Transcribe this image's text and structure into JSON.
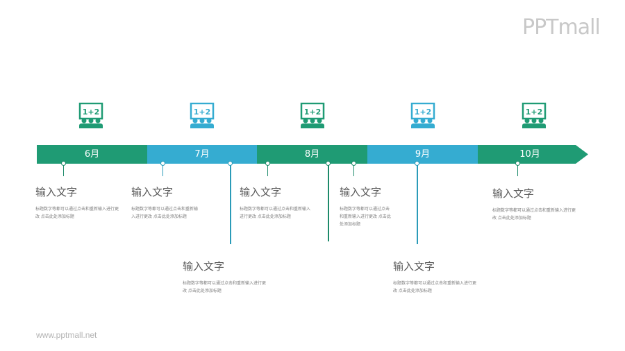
{
  "brand": {
    "logo": "PPTmall",
    "url": "www.pptmall.net"
  },
  "colors": {
    "green": "#1f9b74",
    "blue": "#35acd1",
    "line_green": "#1d8a6a",
    "line_blue": "#2b9bb8"
  },
  "icons": [
    {
      "name": "classroom-blackboard-icon",
      "text": "1+2",
      "color": "#1f9b74"
    },
    {
      "name": "classroom-blackboard-icon",
      "text": "1+2",
      "color": "#35acd1"
    },
    {
      "name": "classroom-blackboard-icon",
      "text": "1+2",
      "color": "#1f9b74"
    },
    {
      "name": "classroom-blackboard-icon",
      "text": "1+2",
      "color": "#35acd1"
    },
    {
      "name": "classroom-blackboard-icon",
      "text": "1+2",
      "color": "#1f9b74"
    }
  ],
  "timeline": {
    "segments": [
      {
        "label": "6月",
        "color": "#1f9b74"
      },
      {
        "label": "7月",
        "color": "#35acd1"
      },
      {
        "label": "8月",
        "color": "#1f9b74"
      },
      {
        "label": "9月",
        "color": "#35acd1"
      },
      {
        "label": "10月",
        "color": "#1f9b74"
      }
    ]
  },
  "entries": [
    {
      "title": "输入文字",
      "desc": "标题数字等都可以通过点击和重新输入进行更改 点击此处添加标题"
    },
    {
      "title": "输入文字",
      "desc": "标题数字等都可以通过点击和重新输入进行更改 点击此处添加标题"
    },
    {
      "title": "输入文字",
      "desc": "标题数字等都可以通过点击和重新输入进行更改 点击此处添加标题"
    },
    {
      "title": "输入文字",
      "desc": "标题数字等都可以通过点击和重新输入进行更改 点击此处添加标题"
    },
    {
      "title": "输入文字",
      "desc": "标题数字等都可以通过点击和重新输入进行更改 点击此处添加标题"
    },
    {
      "title": "输入文字",
      "desc": "标题数字等都可以通过点击和重新输入进行更改 点击此处添加标题"
    },
    {
      "title": "输入文字",
      "desc": "标题数字等都可以通过点击和重新输入进行更改 点击此处添加标题"
    }
  ]
}
